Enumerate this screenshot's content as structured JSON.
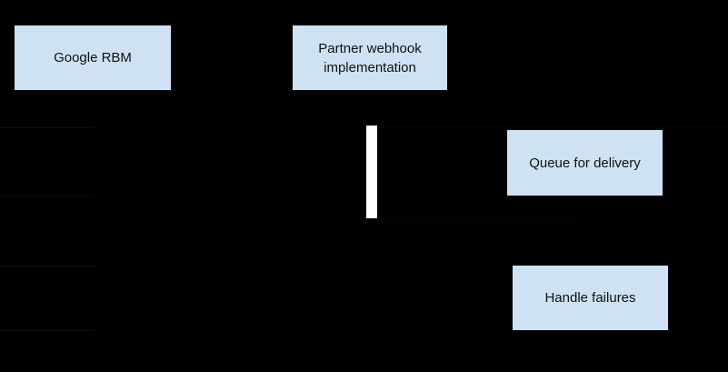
{
  "diagram": {
    "type": "sequence-diagram",
    "colors": {
      "background": "#000000",
      "box_fill": "#cfe2f3",
      "box_text": "#111111",
      "activation_bar": "#ffffff",
      "ghost_line": "#0d0d0d"
    },
    "lifelines": [
      {
        "label": "Google RBM"
      },
      {
        "label": "Partner webhook implementation"
      }
    ],
    "actions": [
      {
        "label": "Queue for delivery"
      },
      {
        "label": "Handle failures"
      }
    ]
  }
}
